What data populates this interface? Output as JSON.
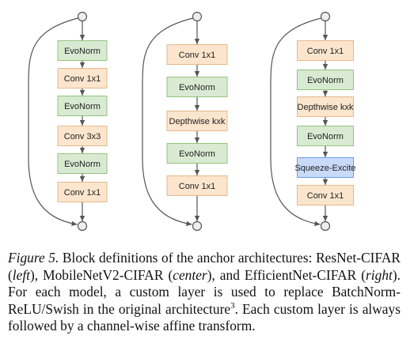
{
  "colors": {
    "edge": "#555555",
    "node_fill": "#eeeeee",
    "evonorm_fill": "#d9ead3",
    "evonorm_stroke": "#93c47d",
    "conv_fill": "#fce5cd",
    "conv_stroke": "#e6b88a",
    "se_fill": "#c9daf8",
    "se_stroke": "#6d9eeb"
  },
  "diagrams": [
    {
      "name": "resnet-cifar",
      "blocks": [
        {
          "label": "EvoNorm",
          "kind": "evonorm"
        },
        {
          "label": "Conv 1x1",
          "kind": "conv"
        },
        {
          "label": "EvoNorm",
          "kind": "evonorm"
        },
        {
          "label": "Conv 3x3",
          "kind": "conv"
        },
        {
          "label": "EvoNorm",
          "kind": "evonorm"
        },
        {
          "label": "Conv 1x1",
          "kind": "conv"
        }
      ]
    },
    {
      "name": "mobilenetv2-cifar",
      "blocks": [
        {
          "label": "Conv 1x1",
          "kind": "conv"
        },
        {
          "label": "EvoNorm",
          "kind": "evonorm"
        },
        {
          "label": "Depthwise kxk",
          "kind": "conv"
        },
        {
          "label": "EvoNorm",
          "kind": "evonorm"
        },
        {
          "label": "Conv 1x1",
          "kind": "conv"
        }
      ]
    },
    {
      "name": "efficientnet-cifar",
      "blocks": [
        {
          "label": "Conv 1x1",
          "kind": "conv"
        },
        {
          "label": "EvoNorm",
          "kind": "evonorm"
        },
        {
          "label": "Depthwise kxk",
          "kind": "conv"
        },
        {
          "label": "EvoNorm",
          "kind": "evonorm"
        },
        {
          "label": "Squeeze-Excite",
          "kind": "se"
        },
        {
          "label": "Conv 1x1",
          "kind": "conv"
        }
      ]
    }
  ],
  "caption": {
    "figure_label": "Figure 5.",
    "text_1": " Block definitions of the anchor architectures: ResNet-CIFAR (",
    "left": "left",
    "text_2": "), MobileNetV2-CIFAR (",
    "center": "center",
    "text_3": "), and EfficientNet-CIFAR (",
    "right": "right",
    "text_4": "). For each model, a custom layer is used to replace BatchNorm-ReLU/Swish in the original architecture",
    "footnote": "3",
    "text_5": ". Each custom layer is always followed by a channel-wise affine transform."
  }
}
